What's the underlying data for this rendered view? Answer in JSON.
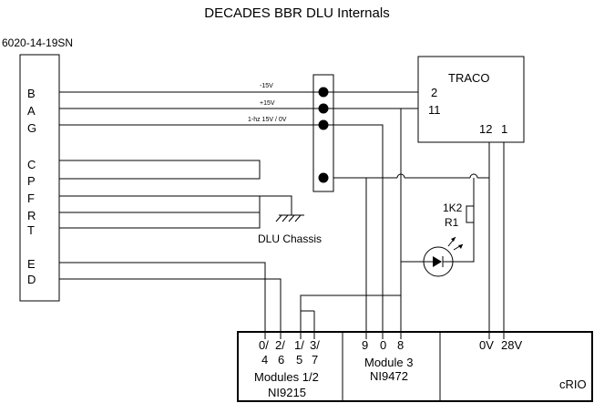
{
  "title": "DECADES BBR DLU Internals",
  "connector": {
    "label": "6020-14-19SN",
    "pins": [
      "B",
      "A",
      "G",
      "C",
      "P",
      "F",
      "R",
      "T",
      "E",
      "D"
    ]
  },
  "wire_labels": [
    "-15V",
    "+15V",
    "1-hz 15V / 0V"
  ],
  "traco": {
    "label": "TRACO",
    "pin_2": "2",
    "pin_11": "11",
    "pin_12": "12",
    "pin_1": "1"
  },
  "resistor": {
    "value": "1K2",
    "ref": "R1"
  },
  "chassis_label": "DLU Chassis",
  "crio": {
    "label": "cRIO",
    "modules_12": {
      "pins_top": [
        "0/",
        "2/",
        "1/",
        "3/"
      ],
      "pins_bottom": [
        "4",
        "6",
        "5",
        "7"
      ],
      "name": "Modules 1/2",
      "part": "NI9215"
    },
    "module_3": {
      "pins": [
        "9",
        "0",
        "8"
      ],
      "name": "Module 3",
      "part": "NI9472"
    },
    "power": {
      "pins": [
        "0V",
        "28V"
      ]
    }
  }
}
